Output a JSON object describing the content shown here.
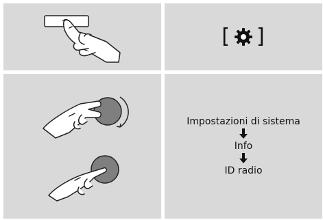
{
  "settings_key": {
    "open_bracket": "[",
    "icon": "gear-icon",
    "close_bracket": "]"
  },
  "menu_path": {
    "items": [
      "Impostazioni di sistema",
      "Info",
      "ID radio"
    ],
    "separator_icon": "arrow-down-icon"
  },
  "illustrations": {
    "top_left": "hand-pressing-button",
    "bottom_left_top": "hand-turning-knob",
    "bottom_left_bottom": "hand-pressing-knob"
  },
  "colors": {
    "cell_background": "#d9d9d9",
    "knob_fill": "#7f7f7f",
    "text": "#111111"
  }
}
